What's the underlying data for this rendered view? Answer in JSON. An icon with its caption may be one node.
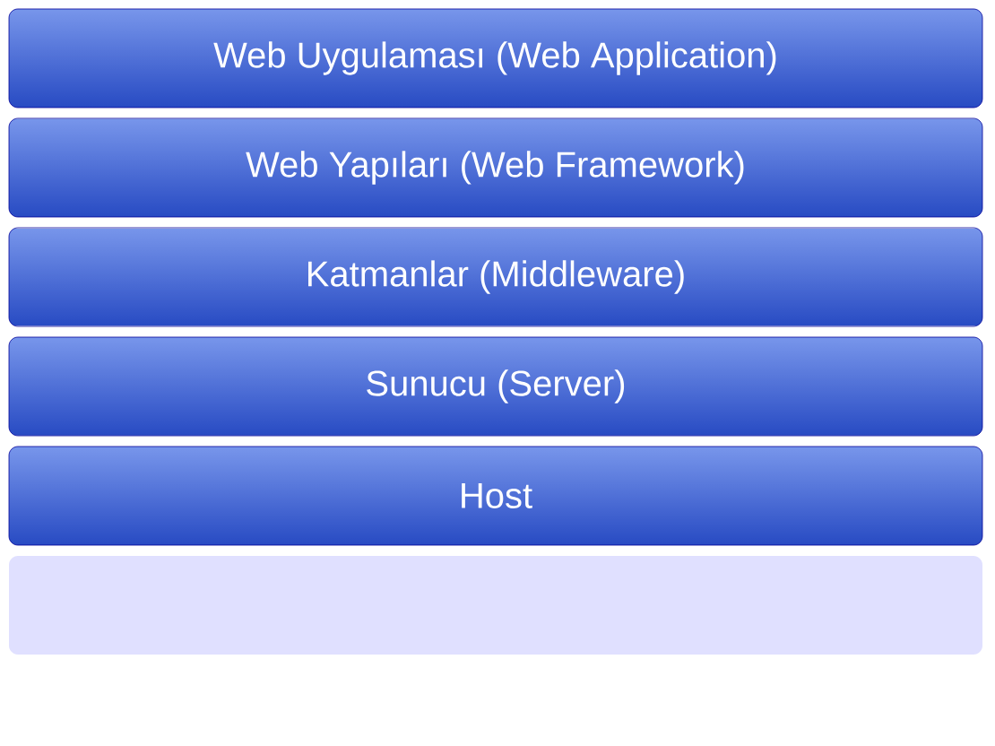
{
  "diagram": {
    "nodes": [
      {
        "text": [
          "Web Uygulaması (Web Application)"
        ]
      },
      {
        "text": [
          "Web Yapıları (Web Framework)"
        ]
      },
      {
        "text": [
          "Katmanlar (Middleware)"
        ]
      },
      {
        "text": [
          "Sunucu (Server)"
        ]
      },
      {
        "text": [
          "Host"
        ]
      }
    ]
  }
}
